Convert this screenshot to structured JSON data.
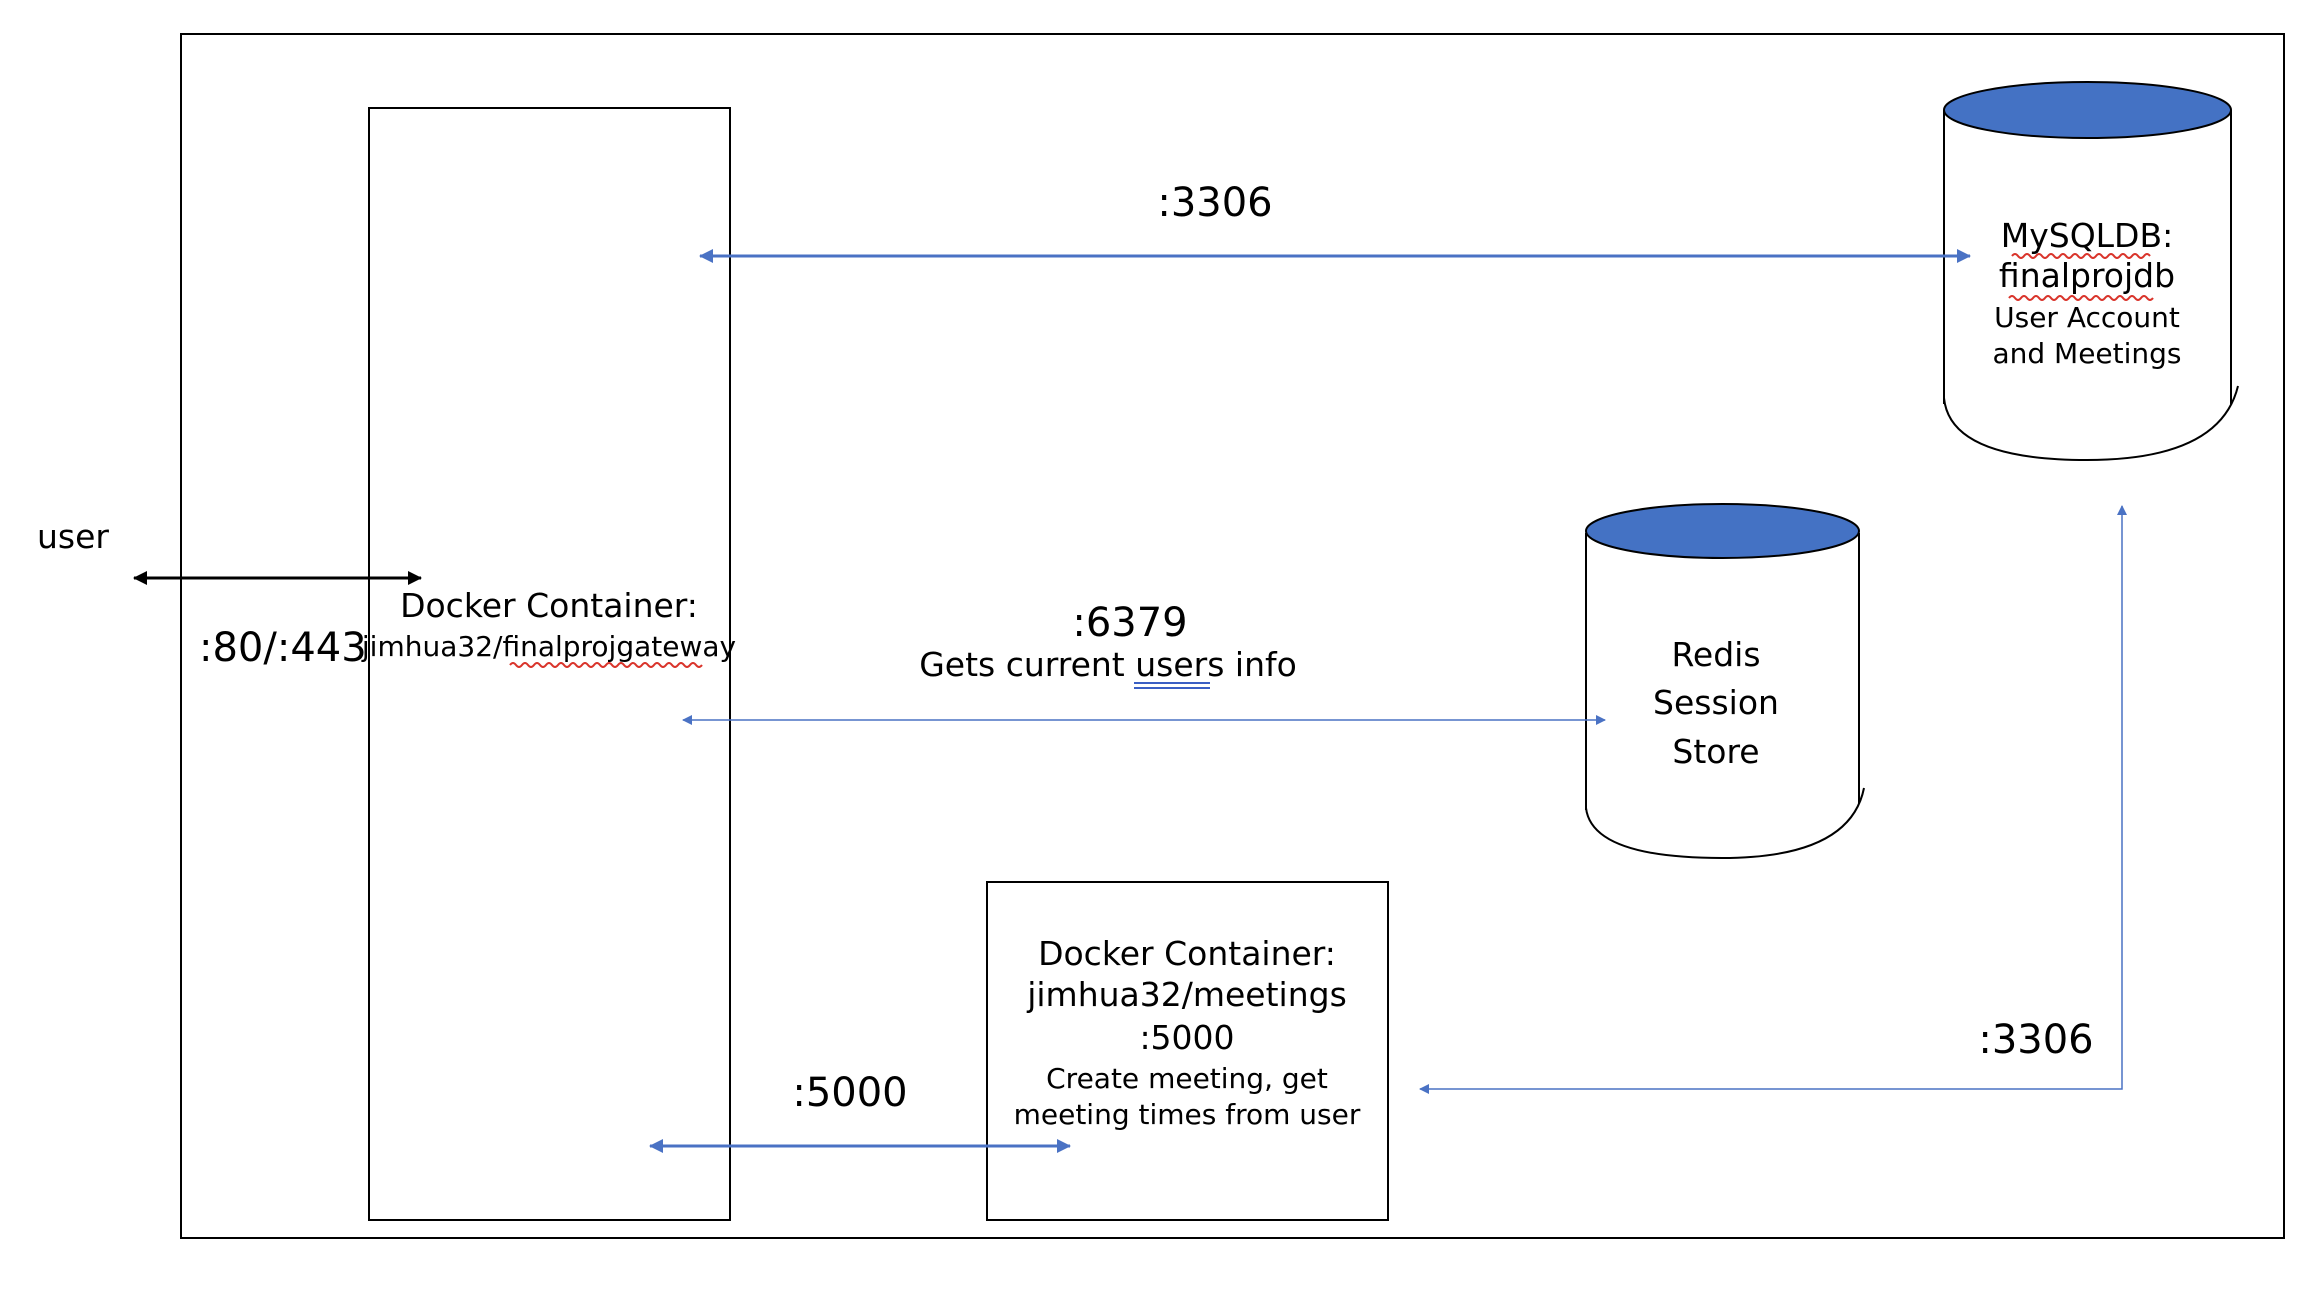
{
  "labels": {
    "user": "user",
    "user_port": ":80/:443",
    "mysql_port_top": ":3306",
    "redis_port": ":6379",
    "redis_desc": "Gets current users info",
    "meetings_port_link": ":5000",
    "mysql_port_bottom": ":3306"
  },
  "gateway": {
    "title": "Docker Container:",
    "image": "jimhua32/finalprojgateway"
  },
  "mysql": {
    "title": "MySQLDB:",
    "db_name": "finalprojdb",
    "desc_line1": "User Account",
    "desc_line2": "and Meetings"
  },
  "redis": {
    "line1": "Redis",
    "line2": "Session",
    "line3": "Store"
  },
  "meetings": {
    "title": "Docker Container:",
    "image": "jimhua32/meetings",
    "port": ":5000",
    "desc_line1": "Create meeting, get",
    "desc_line2": "meeting times from user"
  },
  "colors": {
    "arrow_blue": "#4a72c4",
    "db_fill": "#4472c4",
    "outline": "#000000"
  }
}
